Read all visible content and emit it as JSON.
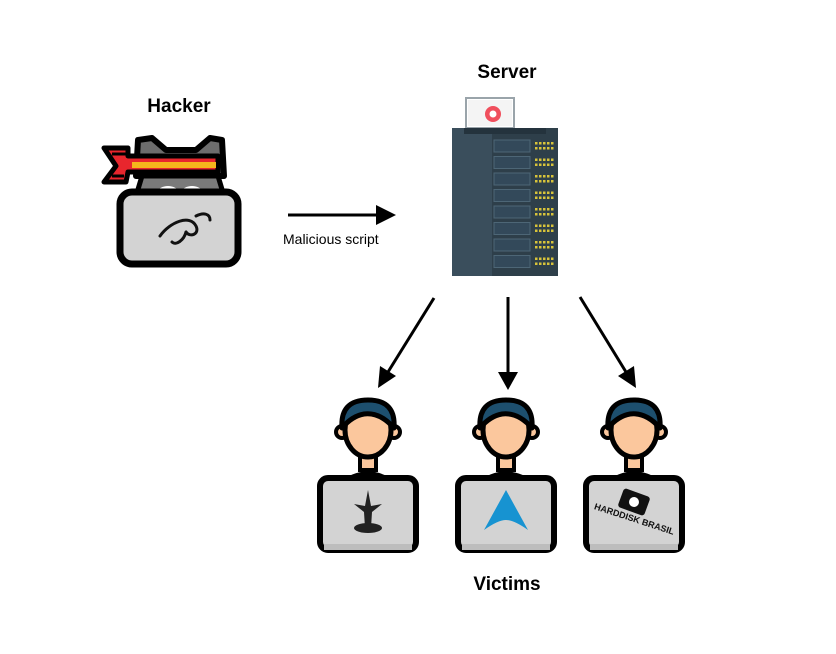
{
  "labels": {
    "server": "Server",
    "hacker": "Hacker",
    "victims": "Victims",
    "script": "Malicious script"
  },
  "logos": {
    "victim_right_text": "HARDDISK BRASIL"
  },
  "colors": {
    "arrow": "#000000",
    "server_body": "#2e3f4a",
    "server_led": "#d8c33a",
    "screen_gray": "#d3d3d3",
    "hacker_bandana": "#e8262d",
    "hacker_bandana_stripe": "#f5b61c",
    "skin": "#fbc79d",
    "hair": "#1d4f6e",
    "shirt": "#2a9fa4",
    "arch_blue": "#1793d1",
    "server_logo_red": "#f04f5d"
  },
  "icons": [
    "hacker-cat-laptop-icon",
    "server-rack-icon",
    "victim-person-laptop-icon"
  ]
}
